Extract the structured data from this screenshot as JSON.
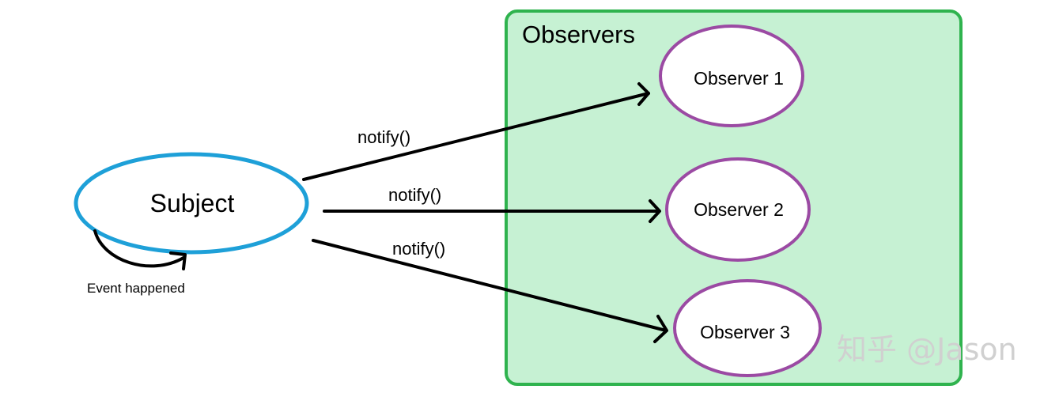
{
  "colors": {
    "subject_stroke": "#1ea0d8",
    "observer_stroke": "#9b4aa3",
    "group_fill": "#c6f1d3",
    "group_stroke": "#2fb34e",
    "arrow": "#000000",
    "watermark": "#d0d0d0"
  },
  "group": {
    "title": "Observers"
  },
  "subject": {
    "label": "Subject",
    "self_loop_label": "Event happened"
  },
  "observers": [
    {
      "label": "Observer 1"
    },
    {
      "label": "Observer 2"
    },
    {
      "label": "Observer 3"
    }
  ],
  "arrows": [
    {
      "label": "notify()",
      "target": "Observer 1"
    },
    {
      "label": "notify()",
      "target": "Observer 2"
    },
    {
      "label": "notify()",
      "target": "Observer 3"
    }
  ],
  "watermark": "知乎 @Jason"
}
